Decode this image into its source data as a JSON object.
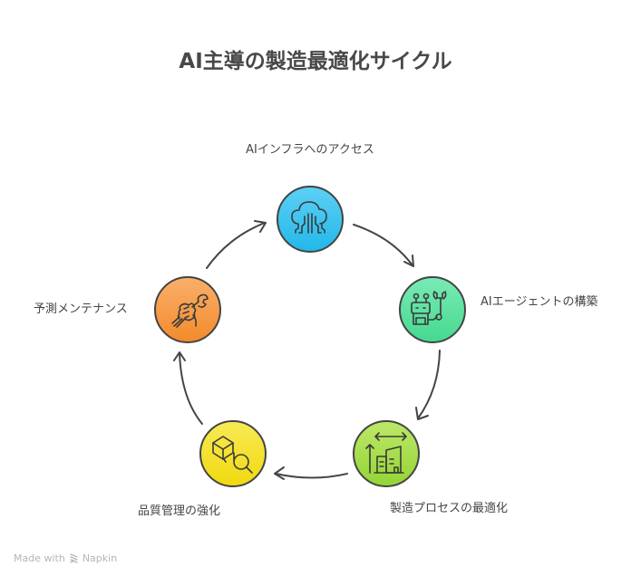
{
  "title": "AI主導の製造最適化サイクル",
  "colors": {
    "stroke": "#444444",
    "infra": "#3cc3ef",
    "agent": "#5ce3a0",
    "manufacturing": "#a6e04a",
    "quality": "#f4e22c",
    "maintenance": "#f59a45"
  },
  "steps": [
    {
      "id": "infra",
      "label": "AIインフラへのアクセス",
      "icon": "cloud-network-icon"
    },
    {
      "id": "agent",
      "label": "AIエージェントの構築",
      "icon": "robot-wrench-icon"
    },
    {
      "id": "manufacturing",
      "label": "製造プロセスの最適化",
      "icon": "factory-growth-icon"
    },
    {
      "id": "quality",
      "label": "品質管理の強化",
      "icon": "box-magnifier-icon"
    },
    {
      "id": "maintenance",
      "label": "予測メンテナンス",
      "icon": "hand-wrench-icon"
    }
  ],
  "footer": {
    "made_with": "Made with",
    "brand": "Napkin"
  }
}
